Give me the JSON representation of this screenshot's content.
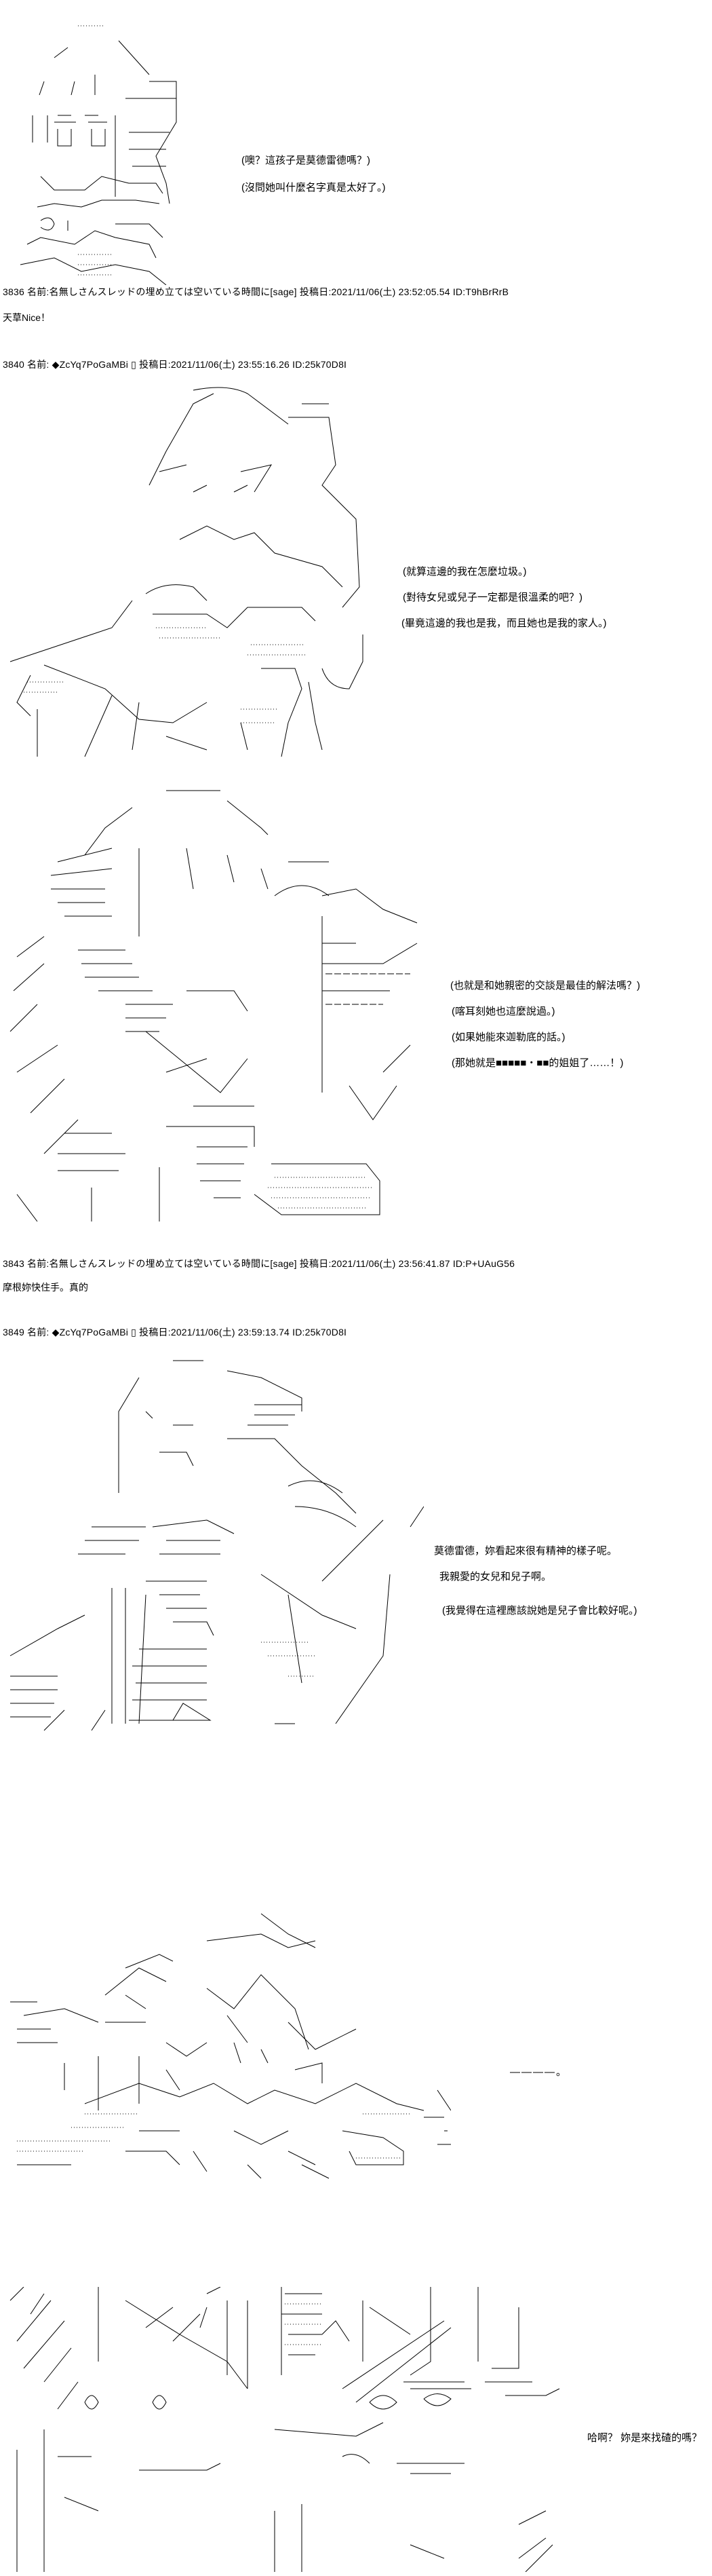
{
  "posts": [
    {
      "dialogue": [
        "(噢？這孩子是莫德雷德嗎？)",
        "(沒問她叫什麼名字真是太好了。)"
      ]
    },
    {
      "header": "3836 名前:名無しさんスレッドの埋め立ては空いている時間に[sage] 投稿日:2021/11/06(土) 23:52:05.54 ID:T9hBrRrB",
      "comment": "天草Nice！"
    },
    {
      "header": "3840 名前: ◆ZcYq7PoGaMBi ▯ 投稿日:2021/11/06(土) 23:55:16.26 ID:25k70D8I",
      "dialogue": [
        "(就算這邊的我在怎麼垃圾。)",
        "(對待女兒或兒子一定都是很溫柔的吧？)",
        "(畢竟這邊的我也是我，而且她也是我的家人。)"
      ],
      "dialogue2": [
        "(也就是和她親密的交談是最佳的解法嗎？)",
        "(喀耳刻她也這麼說過。)",
        "(如果她能來迦勒底的話。)",
        "(那她就是■■■■■・■■的姐姐了……！)"
      ]
    },
    {
      "header": "3843 名前:名無しさんスレッドの埋め立ては空いている時間に[sage] 投稿日:2021/11/06(土) 23:56:41.87 ID:P+UAuG56",
      "comment": "摩根妳快住手。真的"
    },
    {
      "header": "3849 名前: ◆ZcYq7PoGaMBi ▯ 投稿日:2021/11/06(土) 23:59:13.74 ID:25k70D8I",
      "dialogue": [
        "莫德雷德，妳看起來很有精神的樣子呢。",
        "我親愛的女兒和兒子啊。",
        "(我覺得在這裡應該說她是兒子會比較好呢。)"
      ],
      "silence": "————。",
      "final_line": "哈啊？ 妳是來找碴的嗎？"
    }
  ]
}
